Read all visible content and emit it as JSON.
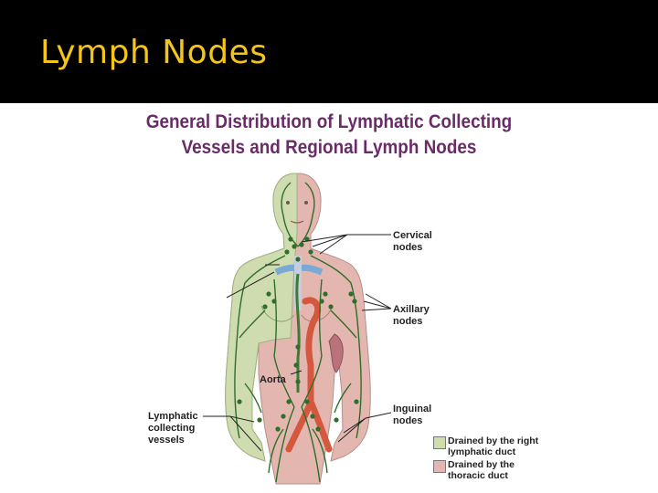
{
  "slide": {
    "title": "Lymph Nodes"
  },
  "figure": {
    "title_line1": "General Distribution of Lymphatic Collecting",
    "title_line2": "Vessels and Regional Lymph Nodes",
    "labels": {
      "cervical": [
        "Cervical",
        "nodes"
      ],
      "axillary": [
        "Axillary",
        "nodes"
      ],
      "aorta": "Aorta",
      "inguinal": [
        "Inguinal",
        "nodes"
      ],
      "lymphatic": [
        "Lymphatic",
        "collecting",
        "vessels"
      ]
    },
    "legend": [
      {
        "lines": [
          "Drained by the right",
          "lymphatic duct"
        ],
        "color": "#cfdcb0"
      },
      {
        "lines": [
          "Drained by the",
          "thoracic duct"
        ],
        "color": "#e4b6b0"
      }
    ]
  },
  "colors": {
    "header_bg": "#000000",
    "title_text": "#f5c518",
    "figure_title": "#6a2c69",
    "right_drainage": "#cfdcb0",
    "thoracic_drainage": "#e4b6b0",
    "vessels": "#2f6e2a",
    "aorta": "#d4583e"
  }
}
